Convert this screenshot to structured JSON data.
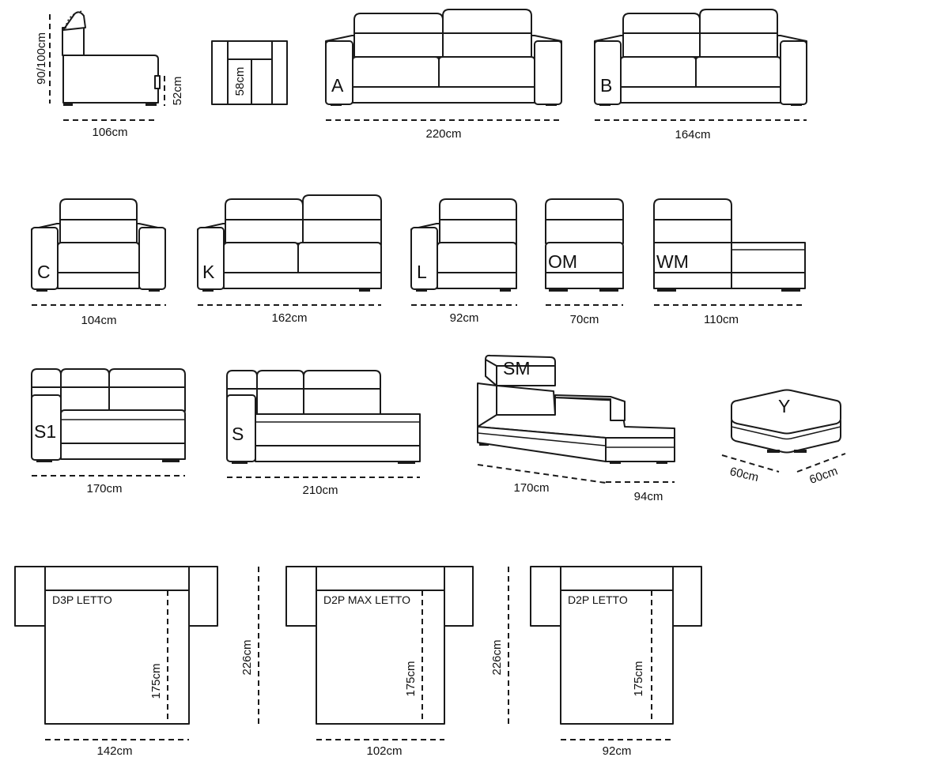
{
  "modules": {
    "side": {
      "height_label": "90/100cm",
      "seat_label": "52cm",
      "depth_label": "106cm"
    },
    "arm": {
      "width_label": "58cm"
    },
    "A": {
      "code": "A",
      "width_label": "220cm"
    },
    "B": {
      "code": "B",
      "width_label": "164cm"
    },
    "C": {
      "code": "C",
      "width_label": "104cm"
    },
    "K": {
      "code": "K",
      "width_label": "162cm"
    },
    "L": {
      "code": "L",
      "width_label": "92cm"
    },
    "OM": {
      "code": "OM",
      "width_label": "70cm"
    },
    "WM": {
      "code": "WM",
      "width_label": "110cm"
    },
    "S1": {
      "code": "S1",
      "width_label": "170cm"
    },
    "S": {
      "code": "S",
      "width_label": "210cm"
    },
    "SM": {
      "code": "SM",
      "length_label": "170cm",
      "width_label": "94cm"
    },
    "Y": {
      "code": "Y",
      "depth_label": "60cm",
      "width_label": "60cm"
    }
  },
  "beds": [
    {
      "name": "D3P LETTO",
      "bed_length_label": "175cm",
      "width_label": "142cm",
      "total_length_label": "226cm"
    },
    {
      "name": "D2P MAX LETTO",
      "bed_length_label": "175cm",
      "width_label": "102cm",
      "total_length_label": "226cm"
    },
    {
      "name": "D2P LETTO",
      "bed_length_label": "175cm",
      "width_label": "92cm"
    }
  ]
}
